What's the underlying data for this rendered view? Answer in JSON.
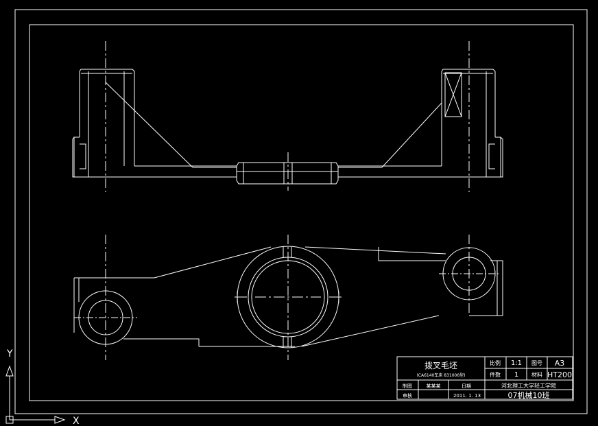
{
  "drawing": {
    "background": "#000000",
    "line_color": "#ffffff"
  },
  "title_block": {
    "part_name": "拨叉毛坯",
    "part_subtitle": "(CA6140车床 831006型)",
    "scale_label": "比例",
    "scale_value": "1:1",
    "sheet_size_label": "图号",
    "sheet_size_value": "A3",
    "quantity_label": "件数",
    "quantity_value": "1",
    "material_label": "材料",
    "material_value": "HT200",
    "drawn_label": "制图",
    "drawn_name": "某某某",
    "date_label": "日期",
    "date_value": "2011. 1. 13",
    "checked_label": "审核",
    "school": "河北理工大学轻工学院",
    "class_name": "07机械10班"
  },
  "ucs": {
    "x_label": "X",
    "y_label": "Y"
  }
}
